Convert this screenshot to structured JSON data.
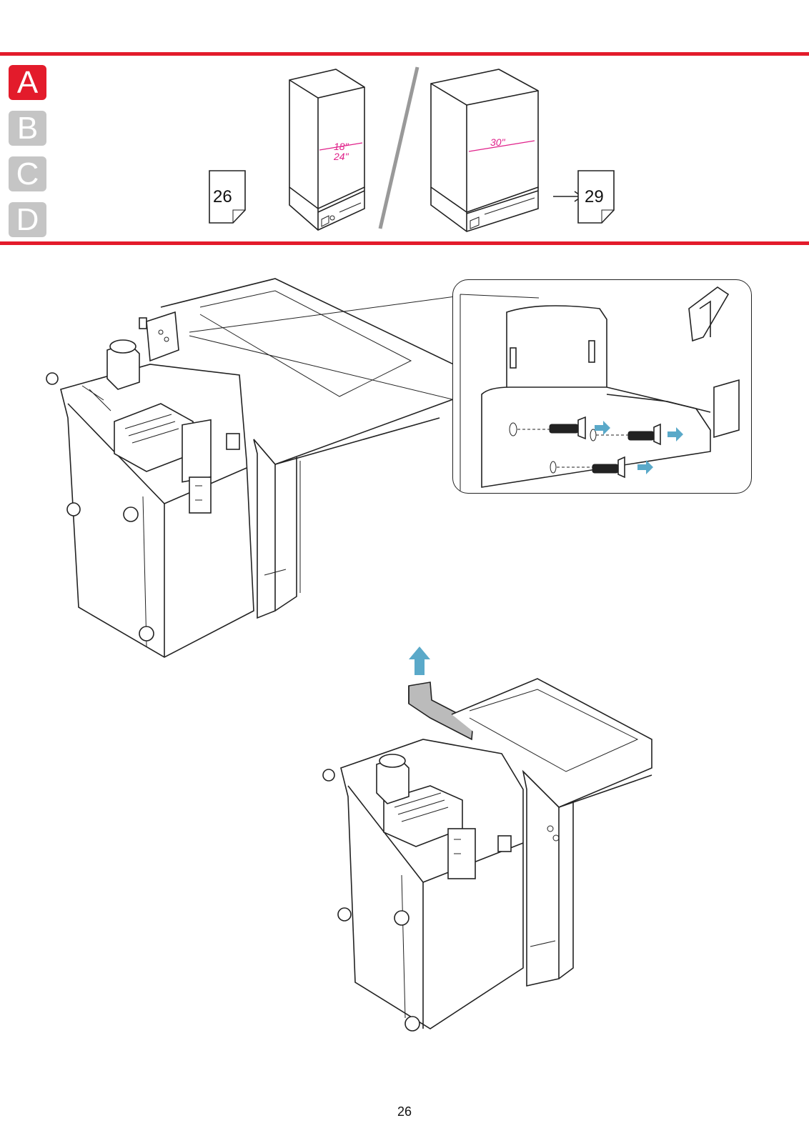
{
  "header": {
    "tabs": [
      {
        "label": "A",
        "active": true
      },
      {
        "label": "B",
        "active": false
      },
      {
        "label": "C",
        "active": false
      },
      {
        "label": "D",
        "active": false
      }
    ],
    "prev_page_ref": "26",
    "next_page_ref": "29",
    "narrow_width_labels": [
      "18\"",
      "24\""
    ],
    "wide_width_label": "30\""
  },
  "colors": {
    "accent_red": "#e31b2b",
    "tab_inactive": "#c5c5c5",
    "dimension_magenta": "#e0218a",
    "arrow_blue": "#5aa9c9"
  },
  "footer": {
    "page_number": "26"
  }
}
